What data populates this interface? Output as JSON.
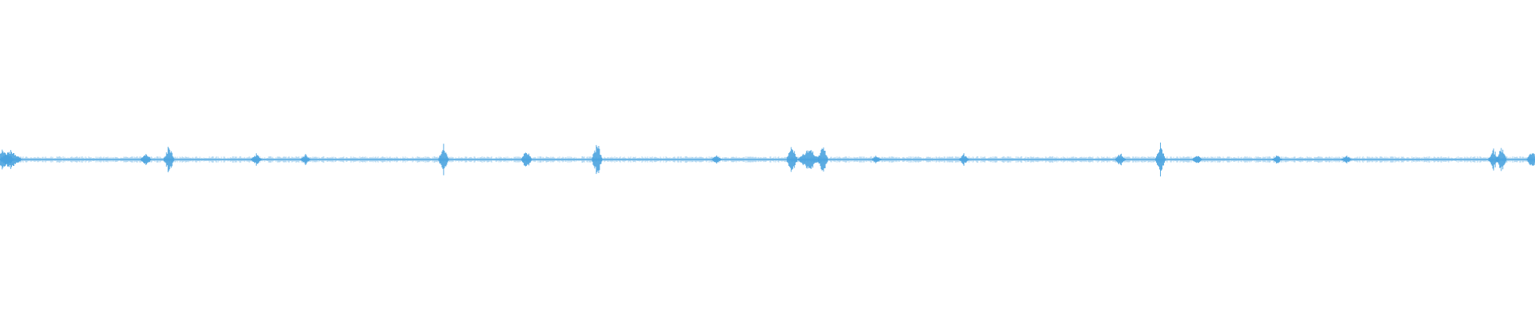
{
  "waveform": {
    "color": "#4aa3df",
    "background": "#ffffff",
    "baseline_amplitude": 0.02,
    "peaks": [
      {
        "position": 0.002,
        "amplitude": 0.08,
        "kind": "burst"
      },
      {
        "position": 0.007,
        "amplitude": 0.06,
        "kind": "burst"
      },
      {
        "position": 0.095,
        "amplitude": 0.05,
        "kind": "spike"
      },
      {
        "position": 0.11,
        "amplitude": 0.1,
        "kind": "spike"
      },
      {
        "position": 0.167,
        "amplitude": 0.04,
        "kind": "spike"
      },
      {
        "position": 0.199,
        "amplitude": 0.04,
        "kind": "spike"
      },
      {
        "position": 0.289,
        "amplitude": 0.11,
        "kind": "spike"
      },
      {
        "position": 0.343,
        "amplitude": 0.07,
        "kind": "spike"
      },
      {
        "position": 0.389,
        "amplitude": 0.12,
        "kind": "spike"
      },
      {
        "position": 0.467,
        "amplitude": 0.03,
        "kind": "spike"
      },
      {
        "position": 0.516,
        "amplitude": 0.11,
        "kind": "spike"
      },
      {
        "position": 0.527,
        "amplitude": 0.08,
        "kind": "burst"
      },
      {
        "position": 0.536,
        "amplitude": 0.1,
        "kind": "spike"
      },
      {
        "position": 0.571,
        "amplitude": 0.03,
        "kind": "spike"
      },
      {
        "position": 0.628,
        "amplitude": 0.04,
        "kind": "spike"
      },
      {
        "position": 0.73,
        "amplitude": 0.05,
        "kind": "spike"
      },
      {
        "position": 0.756,
        "amplitude": 0.11,
        "kind": "spike"
      },
      {
        "position": 0.78,
        "amplitude": 0.03,
        "kind": "spike"
      },
      {
        "position": 0.832,
        "amplitude": 0.03,
        "kind": "spike"
      },
      {
        "position": 0.877,
        "amplitude": 0.03,
        "kind": "spike"
      },
      {
        "position": 0.973,
        "amplitude": 0.07,
        "kind": "spike"
      },
      {
        "position": 0.978,
        "amplitude": 0.09,
        "kind": "spike"
      },
      {
        "position": 0.998,
        "amplitude": 0.06,
        "kind": "spike"
      }
    ]
  }
}
